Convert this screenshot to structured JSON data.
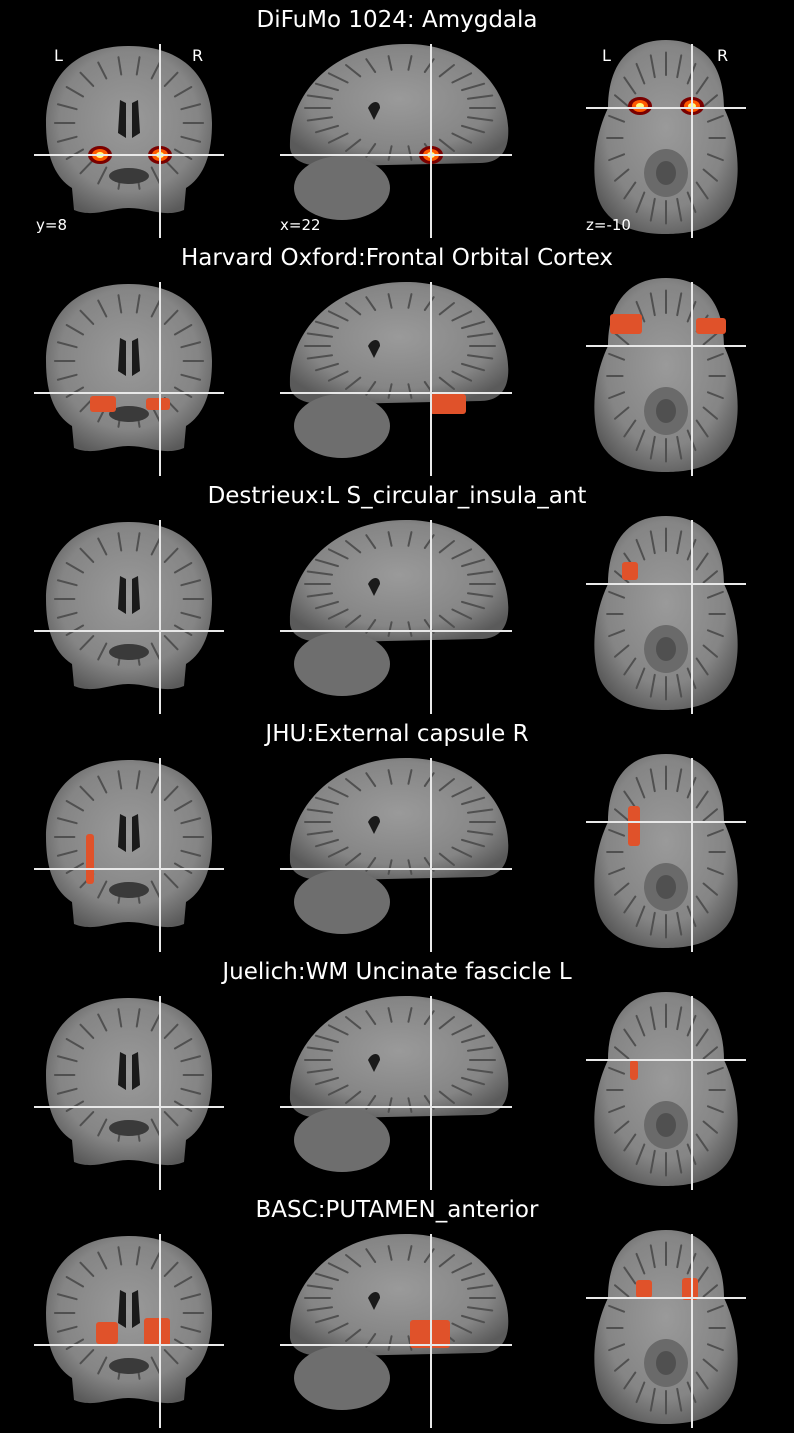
{
  "figure": {
    "rows": [
      {
        "title": "DiFuMo 1024: Amygdala",
        "overlay": "difumo-amygdala"
      },
      {
        "title": "Harvard Oxford:Frontal Orbital Cortex",
        "overlay": "frontal-orbital-cortex"
      },
      {
        "title": "Destrieux:L S_circular_insula_ant",
        "overlay": "circular-insula-ant"
      },
      {
        "title": "JHU:External capsule R",
        "overlay": "external-capsule"
      },
      {
        "title": "Juelich:WM Uncinate fascicle L",
        "overlay": "uncinate-fascicle"
      },
      {
        "title": "BASC:PUTAMEN_anterior",
        "overlay": "putamen-anterior"
      }
    ],
    "orientation_labels": {
      "left": "L",
      "right": "R"
    },
    "coords": {
      "coronal": "y=8",
      "sagittal": "x=22",
      "axial": "z=-10"
    },
    "colors": {
      "background": "#000000",
      "overlay": "#e0522a",
      "hot_core": "#ffff80",
      "crosshair": "#e8e8e8"
    }
  }
}
